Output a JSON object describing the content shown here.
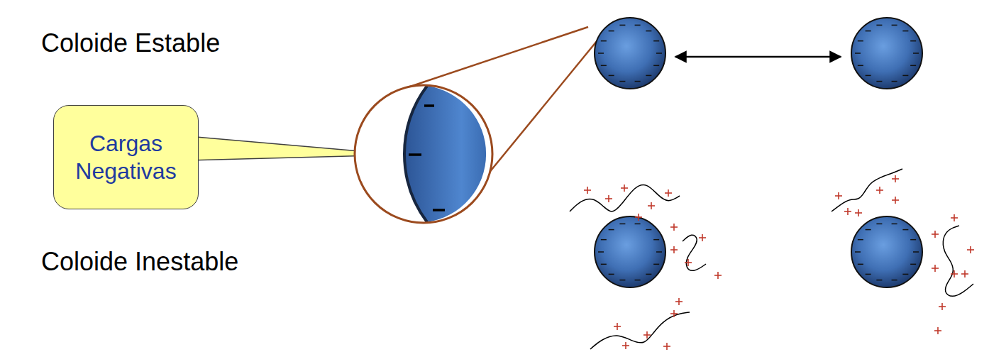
{
  "diagram": {
    "nodes": [
      {
        "text": [
          "Cargas Negativas"
        ]
      }
    ],
    "labels": [
      "Coloide Estable",
      "Coloide Inestable"
    ]
  }
}
